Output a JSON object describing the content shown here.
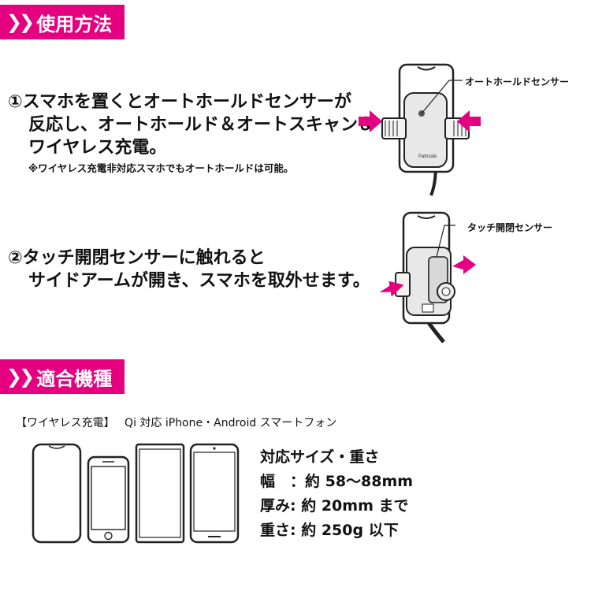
{
  "usage_section": {
    "title": "使用方法",
    "step1": {
      "line1": "①スマホを置くとオートホールドセンサーが",
      "line2": "反応し、オートホールド＆オートスキャン＆",
      "line3": "ワイヤレス充電。",
      "note": "※ワイヤレス充電非対応スマホでもオートホールドは可能。",
      "callout": "オートホールドセンサー"
    },
    "step2": {
      "line1": "②タッチ開閉センサーに触れると",
      "line2": "サイドアームが開き、スマホを取外せます。",
      "callout": "タッチ開閉センサー"
    }
  },
  "compat_section": {
    "title": "適合機種",
    "wireless_label": "【ワイヤレス充電】",
    "compat_text": "Qi 対応 iPhone・Android スマートフォン",
    "specs": {
      "heading": "対応サイズ・重さ",
      "width": "幅　：約 58〜88mm",
      "thickness": "厚み: 約 20mm まで",
      "weight": "重さ: 約 250g 以下"
    }
  },
  "colors": {
    "accent": "#e4007f"
  }
}
